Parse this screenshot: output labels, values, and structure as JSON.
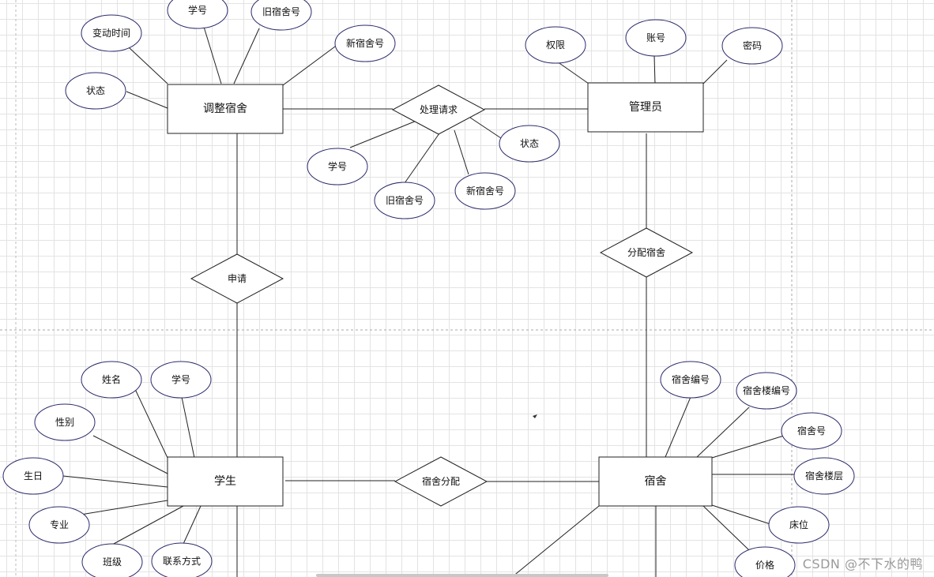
{
  "diagram": {
    "entities": [
      {
        "id": "adjust",
        "label": "调整宿舍"
      },
      {
        "id": "admin",
        "label": "管理员"
      },
      {
        "id": "student",
        "label": "学生"
      },
      {
        "id": "dorm",
        "label": "宿舍"
      }
    ],
    "relationships": [
      {
        "id": "process",
        "label": "处理请求"
      },
      {
        "id": "apply",
        "label": "申请"
      },
      {
        "id": "assign",
        "label": "分配宿舍"
      },
      {
        "id": "dormassign",
        "label": "宿舍分配"
      }
    ],
    "attributes": {
      "adjust": [
        "变动时间",
        "学号",
        "旧宿舍号",
        "新宿舍号",
        "状态"
      ],
      "admin": [
        "权限",
        "账号",
        "密码"
      ],
      "process": [
        "学号",
        "旧宿舍号",
        "新宿舍号",
        "状态"
      ],
      "student": [
        "姓名",
        "学号",
        "性别",
        "生日",
        "专业",
        "班级",
        "联系方式"
      ],
      "dorm": [
        "宿舍编号",
        "宿舍楼编号",
        "宿舍号",
        "宿舍楼层",
        "床位",
        "价格"
      ]
    }
  },
  "watermark": "CSDN @不下水的鸭",
  "colors": {
    "stroke": "#222222",
    "ellipse_stroke": "#2b2b6b",
    "grid": "#e3e3e3"
  }
}
